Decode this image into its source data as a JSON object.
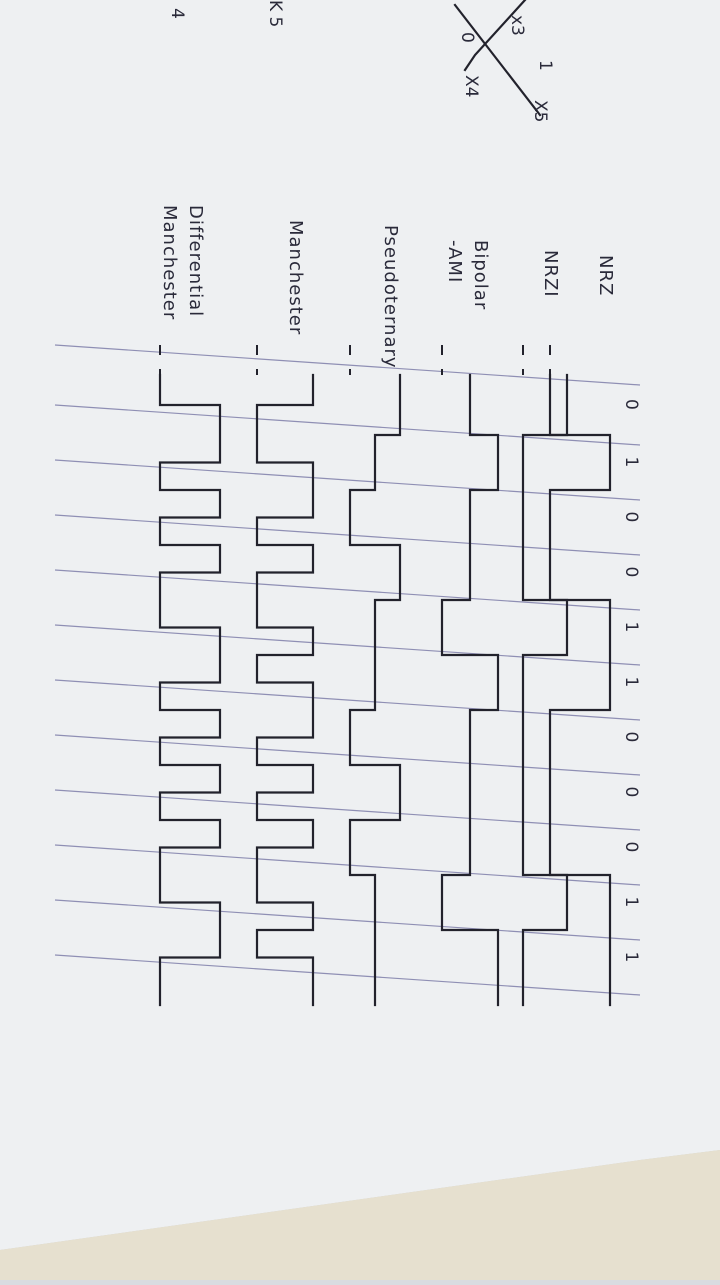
{
  "corner_notes": {
    "x3": "x3",
    "one": "1",
    "zero": "0",
    "x4": "X4",
    "x5": "X5",
    "left_k5": "K 5",
    "left_4": "4"
  },
  "bits": [
    "0",
    "1",
    "0",
    "0",
    "1",
    "1",
    "0",
    "0",
    "0",
    "1",
    "1"
  ],
  "encodings": [
    {
      "label": "NRZ"
    },
    {
      "label": "NRZI"
    },
    {
      "label": "Bipolar\n-AMI"
    },
    {
      "label": "Pseudoternary"
    },
    {
      "label": "Manchester"
    },
    {
      "label": "Differential\nManchester"
    }
  ]
}
